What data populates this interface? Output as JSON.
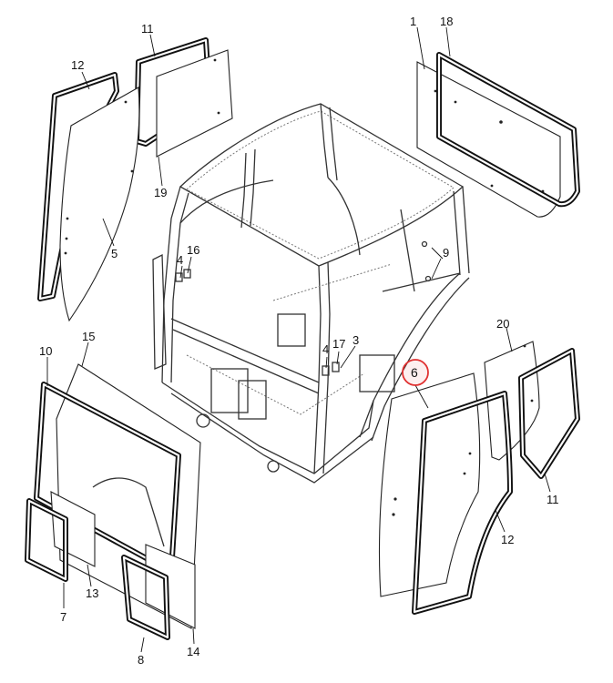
{
  "diagram": {
    "highlight_color": "#e03030",
    "highlighted_callout": "6",
    "callouts": {
      "c1": "1",
      "c18": "18",
      "c11_top": "11",
      "c12_top": "12",
      "c19": "19",
      "c5": "5",
      "c16": "16",
      "c4_a": "4",
      "c9": "9",
      "c4_b": "4",
      "c17": "17",
      "c3": "3",
      "c6": "6",
      "c20": "20",
      "c10": "10",
      "c15": "15",
      "c11_right": "11",
      "c12_right": "12",
      "c13": "13",
      "c7": "7",
      "c8": "8",
      "c14": "14"
    }
  }
}
